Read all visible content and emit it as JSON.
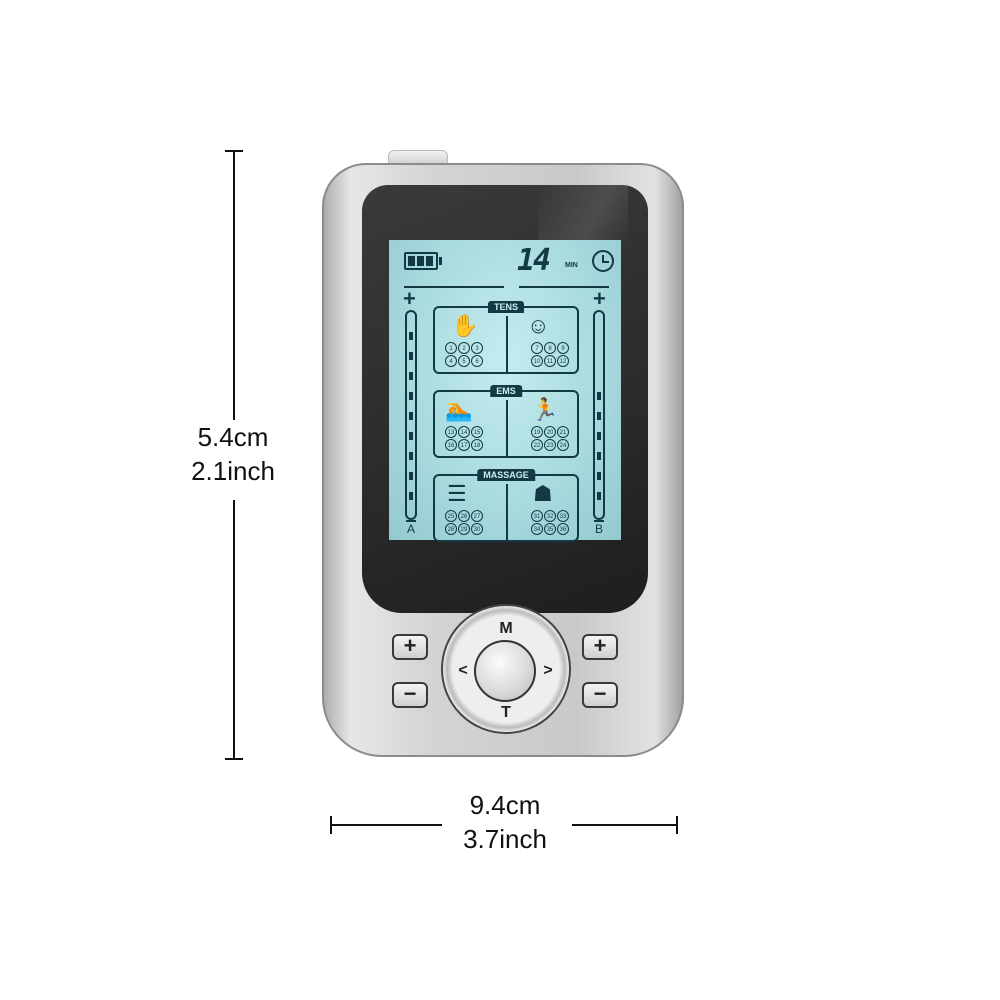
{
  "dimensions": {
    "height_cm": "5.4cm",
    "height_inch": "2.1inch",
    "width_cm": "9.4cm",
    "width_inch": "3.7inch"
  },
  "lcd": {
    "battery_level_bars": 3,
    "timer_value": "14",
    "timer_unit": "MIN",
    "clock_icon": "clock-icon",
    "channel_a": {
      "label": "A",
      "plus": "+",
      "segments_total": 9,
      "segments_on": 9
    },
    "channel_b": {
      "label": "B",
      "plus": "+",
      "segments_total": 9,
      "segments_on": 6
    },
    "modes": [
      {
        "name": "TENS",
        "left_icon": "hand-icon",
        "right_icon": "neck-face-icon",
        "left_programs": [
          "1",
          "2",
          "3",
          "4",
          "5",
          "6"
        ],
        "right_programs": [
          "7",
          "8",
          "9",
          "10",
          "11",
          "12"
        ]
      },
      {
        "name": "EMS",
        "left_icon": "swimmer-icon",
        "right_icon": "runner-icon",
        "left_programs": [
          "13",
          "14",
          "15",
          "16",
          "17",
          "18"
        ],
        "right_programs": [
          "19",
          "20",
          "21",
          "22",
          "23",
          "24"
        ]
      },
      {
        "name": "MASSAGE",
        "left_icon": "back-massage-icon",
        "right_icon": "shoulder-massage-icon",
        "left_programs": [
          "25",
          "26",
          "27",
          "28",
          "29",
          "30"
        ],
        "right_programs": [
          "31",
          "32",
          "33",
          "34",
          "35",
          "36"
        ]
      }
    ]
  },
  "controls": {
    "left_plus": "+",
    "left_minus": "−",
    "right_plus": "+",
    "right_minus": "−",
    "dial_top": "M",
    "dial_bottom": "T",
    "dial_left": "<",
    "dial_right": ">"
  }
}
